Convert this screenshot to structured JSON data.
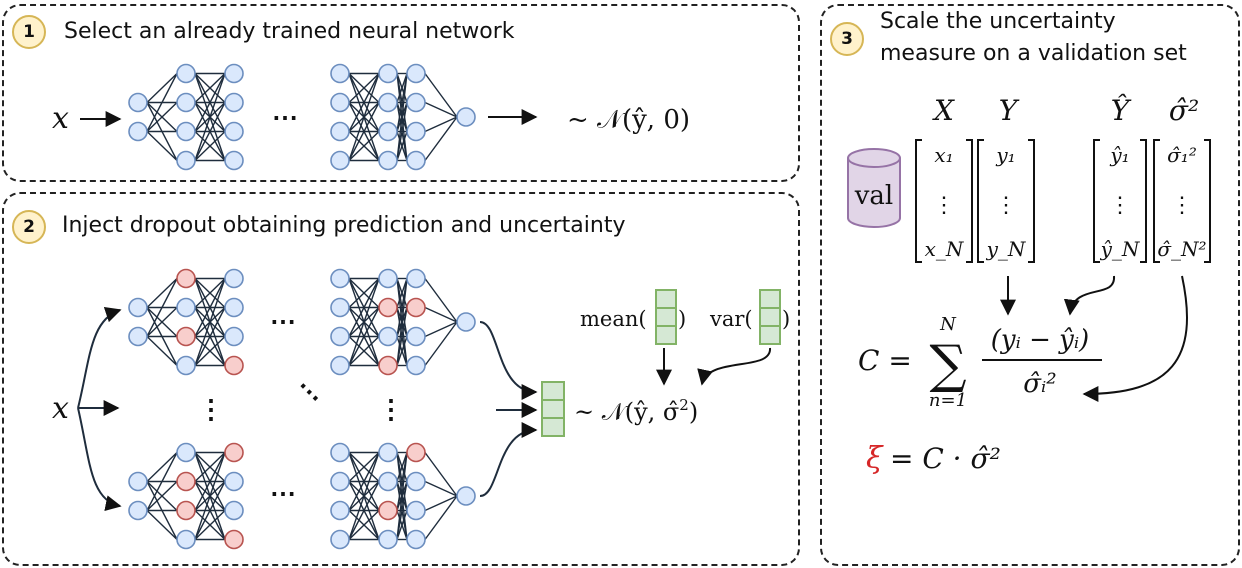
{
  "panels": [
    {
      "number": "1",
      "title": "Select an already trained neural network"
    },
    {
      "number": "2",
      "title": "Inject dropout obtaining prediction and uncertainty"
    },
    {
      "number": "3",
      "title_lines": [
        "Scale the uncertainty",
        "measure on a validation set"
      ]
    }
  ],
  "panel1": {
    "input": "x",
    "output_prefix": "~ 𝒩(ŷ, 0)"
  },
  "panel2": {
    "input": "x",
    "mean_label": "mean(",
    "var_label": "var(",
    "close_paren": ")",
    "output_prefix": "~ 𝒩(ŷ, σ̂",
    "output_sup": "2",
    "output_suffix": ")"
  },
  "panel3": {
    "cylinder_label": "val",
    "col_headers": [
      "X",
      "Y",
      "Ŷ",
      "σ̂²"
    ],
    "matrix_X": [
      "x₁",
      "⋮",
      "x_N"
    ],
    "matrix_Y": [
      "y₁",
      "⋮",
      "y_N"
    ],
    "matrix_Yhat": [
      "ŷ₁",
      "⋮",
      "ŷ_N"
    ],
    "matrix_sigma": [
      "σ̂₁²",
      "⋮",
      "σ̂_N²"
    ],
    "formula_C_lhs": "C =",
    "sum_symbol": "∑",
    "sum_upper": "N",
    "sum_lower": "n=1",
    "numerator": "(yᵢ − ŷᵢ)",
    "denominator": "σ̂ᵢ²",
    "xi_symbol": "ξ",
    "xi_rhs": "= C · σ̂²"
  },
  "colors": {
    "node_blue_fill": "#dae8fc",
    "node_blue_stroke": "#6c8ebf",
    "node_red_fill": "#f8cecc",
    "node_red_stroke": "#b85450",
    "output_green_fill": "#d5e8d4",
    "output_green_stroke": "#82b366",
    "cylinder_fill": "#e1d5e7",
    "cylinder_stroke": "#9673a6",
    "badge_fill": "#fff2cc",
    "badge_stroke": "#d6b656",
    "xi_color": "#d62728",
    "edge_color": "#1f2d3d"
  }
}
